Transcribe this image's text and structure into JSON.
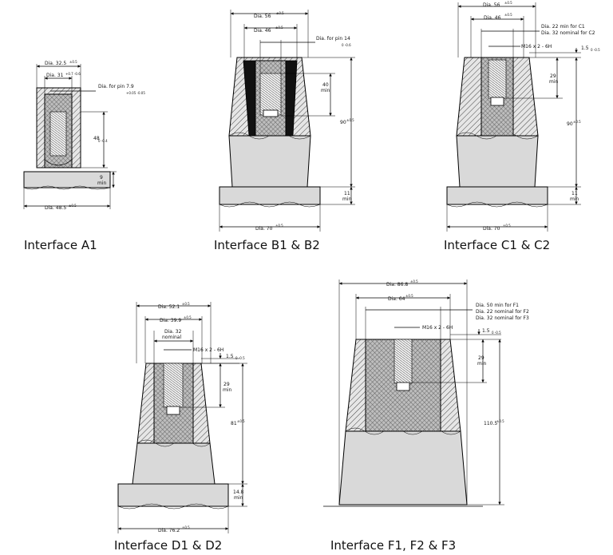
{
  "interfaces": [
    {
      "id": "A1",
      "caption": "Interface A1",
      "dims": {
        "d1": "Dia. 32.5",
        "d1_tol": "±0.5",
        "d2": "Dia. 31",
        "d2_tol": "+0.7 -0.6",
        "pin": "Dia. for pin 7.9",
        "pin_tol": "+0.05 -0.05",
        "height": "48",
        "height_tol": "0 -0.4",
        "base_h": "9",
        "base_h_unit": "min",
        "base": "Dia. 48.5",
        "base_tol": "±0.5"
      }
    },
    {
      "id": "B1B2",
      "caption": "Interface B1 & B2",
      "dims": {
        "d1": "Dia. 56",
        "d1_tol": "±0.5",
        "d2": "Dia. 46",
        "d2_tol": "±0.5",
        "pin": "Dia. for pin 14",
        "pin_tol": "0 -0.6",
        "depth": "40",
        "depth_unit": "min",
        "height": "90",
        "height_tol": "±0.5",
        "base_h": "11",
        "base_h_unit": "min",
        "base": "Dia. 70",
        "base_tol": "±0.5"
      }
    },
    {
      "id": "C1C2",
      "caption": "Interface C1 & C2",
      "dims": {
        "d1": "Dia. 56",
        "d1_tol": "±0.5",
        "d2": "Dia. 46",
        "d2_tol": "±0.5",
        "note1": "Dia. 22 min for C1",
        "note2": "Dia. 32 nominal for C2",
        "thread": "M16 x 2 - 6H",
        "chamfer": "1.5",
        "chamfer_tol": "0 -0.5",
        "depth": "29",
        "depth_unit": "min",
        "height": "90",
        "height_tol": "±0.5",
        "base_h": "11",
        "base_h_unit": "min",
        "base": "Dia. 70",
        "base_tol": "±0.5"
      }
    },
    {
      "id": "D1D2",
      "caption": "Interface D1 & D2",
      "dims": {
        "d1": "Dia. 52.1",
        "d1_tol": "±0.5",
        "d2": "Dia. 39.9",
        "d2_tol": "±0.5",
        "note1": "Dia. 32",
        "note2": "nominal",
        "thread": "M16 x 2 - 6H",
        "chamfer": "1.5",
        "chamfer_tol": "0 -0.5",
        "depth": "29",
        "depth_unit": "min",
        "height": "81",
        "height_tol": "±0.5",
        "base_h": "14.8",
        "base_h_unit": "min",
        "base": "Dia. 76.2",
        "base_tol": "±0.5"
      }
    },
    {
      "id": "F1F2F3",
      "caption": "Interface F1, F2 & F3",
      "dims": {
        "d1": "Dia. 86.8",
        "d1_tol": "±0.5",
        "d2": "Dia. 64",
        "d2_tol": "±0.5",
        "note1": "Dia. 50 min for F1",
        "note2": "Dia. 22 nominal for F2",
        "note3": "Dia. 32 nominal for F3",
        "thread": "M16 x 2 - 6H",
        "chamfer": "1.5",
        "chamfer_tol": "0 -0.5",
        "depth": "29",
        "depth_unit": "min",
        "height": "110.5",
        "height_tol": "±0.5"
      }
    }
  ]
}
